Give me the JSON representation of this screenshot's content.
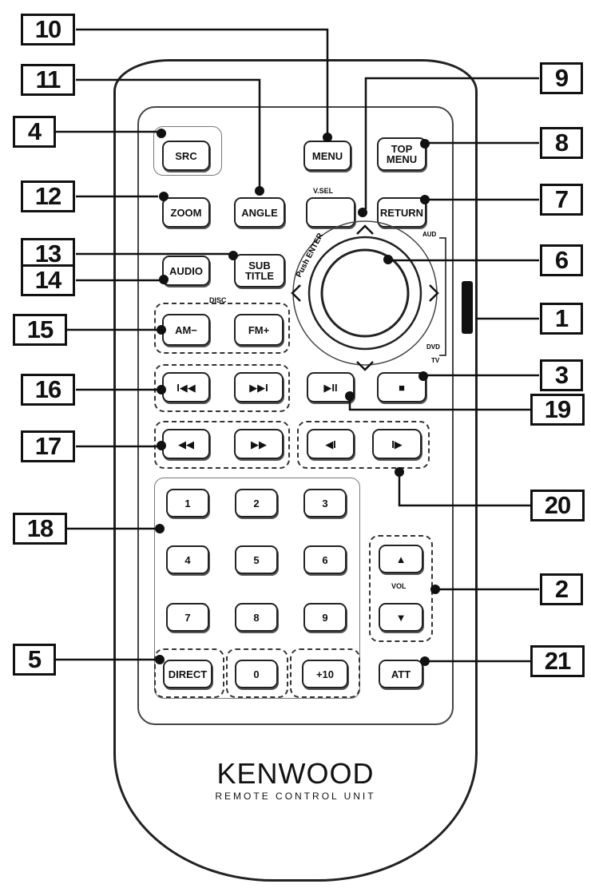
{
  "buttons": {
    "src": "SRC",
    "menu": "MENU",
    "top_menu": "TOP\nMENU",
    "zoom": "ZOOM",
    "angle": "ANGLE",
    "vsel": "V.SEL",
    "return": "RETURN",
    "audio": "AUDIO",
    "subtitle": "SUB\nTITLE",
    "push_enter": "Push ENTER",
    "disc": "DISC",
    "am": "AM−",
    "fm": "FM+",
    "prev": "I◀◀",
    "next": "▶▶I",
    "play_pause": "▶II",
    "stop": "■",
    "rew": "◀◀",
    "ff": "▶▶",
    "slow_back": "◀I",
    "slow_fwd": "I▶",
    "num1": "1",
    "num2": "2",
    "num3": "3",
    "num4": "4",
    "num5": "5",
    "num6": "6",
    "num7": "7",
    "num8": "8",
    "num9": "9",
    "direct": "DIRECT",
    "num0": "0",
    "plus10": "+10",
    "vol_up": "▲",
    "vol": "VOL",
    "vol_down": "▼",
    "att": "ATT"
  },
  "switch_labels": {
    "aud": "AUD",
    "dvd": "DVD",
    "tv": "TV"
  },
  "brand": "KENWOOD",
  "subtitle": "REMOTE CONTROL UNIT",
  "callouts": [
    "10",
    "11",
    "9",
    "4",
    "8",
    "12",
    "7",
    "13",
    "6",
    "14",
    "1",
    "15",
    "3",
    "16",
    "19",
    "17",
    "20",
    "18",
    "2",
    "5",
    "21"
  ]
}
